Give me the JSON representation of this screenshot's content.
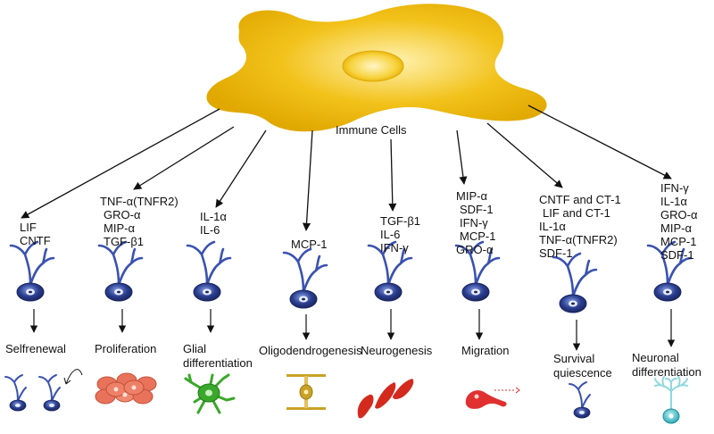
{
  "center_label": "Immune Cells",
  "columns": [
    {
      "factors": [
        "LIF",
        "CNTF"
      ],
      "outcome": [
        "Selfrenewal"
      ]
    },
    {
      "factors": [
        "TNF-α(TNFR2)",
        "GRO-α",
        "MIP-α",
        "TGF-β1"
      ],
      "outcome": [
        "Proliferation"
      ]
    },
    {
      "factors": [
        "IL-1α",
        "IL-6"
      ],
      "outcome": [
        "Glial",
        "differentiation"
      ]
    },
    {
      "factors": [
        "MCP-1"
      ],
      "outcome": [
        "Oligodendrogenesis"
      ]
    },
    {
      "factors": [
        "TGF-β1",
        "IL-6",
        "IFN-γ"
      ],
      "outcome": [
        "Neurogenesis"
      ]
    },
    {
      "factors": [
        "MIP-α",
        "SDF-1",
        "IFN-γ",
        "MCP-1",
        "GRO-α"
      ],
      "outcome": [
        "Migration"
      ]
    },
    {
      "factors": [
        "CNTF and CT-1",
        "LIF and CT-1",
        "IL-1α",
        "TNF-α(TNFR2)",
        "SDF-1"
      ],
      "outcome": [
        "Survival",
        "quiescence"
      ]
    },
    {
      "factors": [
        "IFN-γ",
        "IL-1α",
        "GRO-α",
        "MIP-α",
        "MCP-1",
        "SDF-1"
      ],
      "outcome": [
        "Neuronal",
        "differentiation"
      ]
    }
  ],
  "colors": {
    "immune_cell": "#f2c21b",
    "stem_cell": "#2a3d8f",
    "proliferation": "#e8735a",
    "glial": "#3aa82a",
    "oligodendrocyte": "#c9a227",
    "neurogenesis": "#d42a1e",
    "migration": "#e03030",
    "neuron": "#3db9c4"
  }
}
